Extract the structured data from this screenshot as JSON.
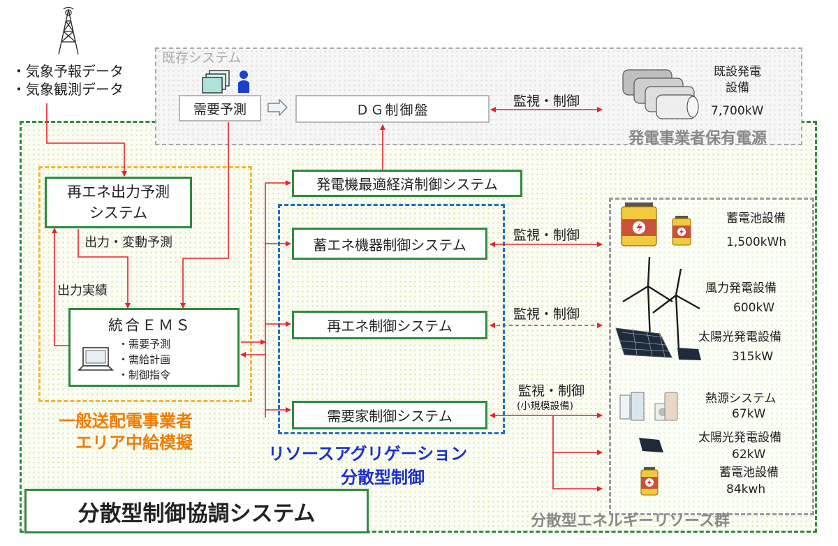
{
  "weather": {
    "items": [
      "・気象予報データ",
      "・気象観測データ"
    ]
  },
  "existing_system": {
    "title": "既存システム",
    "owner_label": "発電事業者保有電源"
  },
  "demand_forecast": {
    "label": "需要予測"
  },
  "dg_panel": {
    "label": "ＤＧ制御盤"
  },
  "existing_gen": {
    "name": "既設発電\n設備",
    "capacity": "7,700kW"
  },
  "monitor_control": {
    "label": "監視・制御",
    "small_note": "(小規模設備)"
  },
  "re_forecast": {
    "label": "再エネ出力予測\nシステム"
  },
  "labels": {
    "output_forecast": "出力・変動予測",
    "output_actual": "出力実績"
  },
  "ems": {
    "title": "統合ＥＭＳ",
    "items": [
      "・需要予測",
      "・需給計画",
      "・制御指令"
    ]
  },
  "tso": {
    "line1": "一般送配電事業者",
    "line2": "エリア中給模擬"
  },
  "generator_control": {
    "label": "発電機最適経済制御システム"
  },
  "storage_control": {
    "label": "蓄エネ機器制御システム"
  },
  "re_control": {
    "label": "再エネ制御システム"
  },
  "customer_control": {
    "label": "需要家制御システム"
  },
  "aggregation": {
    "line1": "リソースアグリゲーション",
    "line2": "分散型制御"
  },
  "system_title": {
    "label": "分散型制御協調システム"
  },
  "resources_group": {
    "label": "分散型エネルギーリソース群"
  },
  "resources": {
    "battery_large": {
      "name": "蓄電池設備",
      "capacity": "1,500kWh"
    },
    "wind": {
      "name": "風力発電設備",
      "capacity": "600kW"
    },
    "solar_large": {
      "name": "太陽光発電設備",
      "capacity": "315kW"
    },
    "heat": {
      "name": "熱源システム",
      "capacity": "67kW"
    },
    "solar_small": {
      "name": "太陽光発電設備",
      "capacity": "62kW"
    },
    "battery_small": {
      "name": "蓄電池設備",
      "capacity": "84kwh"
    }
  },
  "colors": {
    "green": "#2e8b3e",
    "orange": "#f5a623",
    "blue": "#1e6fc8",
    "red": "#e8212b",
    "grey": "#9a9a9a",
    "tso_text": "#f07c00",
    "agg_text": "#1a2fd0"
  }
}
